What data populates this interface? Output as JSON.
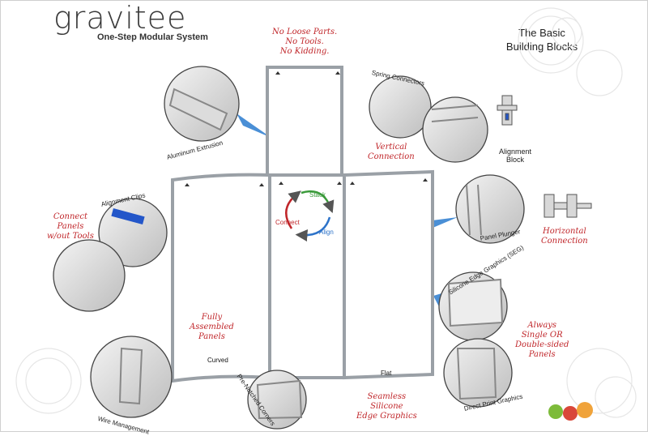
{
  "logo": {
    "word": "gravitee",
    "tagline": "One-Step Modular System"
  },
  "title": {
    "line1": "The Basic",
    "line2": "Building Blocks"
  },
  "callouts": {
    "no_loose": [
      "No Loose Parts.",
      "No Tools.",
      "No Kidding."
    ],
    "vertical": [
      "Vertical",
      "Connection"
    ],
    "connect_panels": [
      "Connect",
      "Panels",
      "w/out Tools"
    ],
    "horizontal": [
      "Horizontal",
      "Connection"
    ],
    "fully": [
      "Fully",
      "Assembled",
      "Panels"
    ],
    "always": [
      "Always",
      "Single OR",
      "Double-sided",
      "Panels"
    ],
    "seamless": [
      "Seamless",
      "Silicone",
      "Edge Graphics"
    ]
  },
  "labels": {
    "aluminum": "Aluminum Extrusion",
    "spring": "Spring Connectors",
    "alignment_block": [
      "Alignment",
      "Block"
    ],
    "alignment_clips": "Alignment Clips",
    "panel_plunger": "Panel Plunger",
    "seg": "Silicone Edge Graphics (SEG)",
    "direct_print": "Direct Print Graphics",
    "wire": "Wire Management",
    "prenotched": "Pre-Notched Corners",
    "curved": "Curved",
    "flat": "Flat"
  },
  "cycle": {
    "stack": "Stack",
    "connect": "Connect",
    "align": "Align"
  },
  "colors": {
    "accent_red": "#c0262a",
    "callout_blue": "#4a8fd6",
    "frame_gray": "#9aa0a6",
    "stack_green": "#3a9a3a",
    "align_blue": "#2d73c9"
  }
}
